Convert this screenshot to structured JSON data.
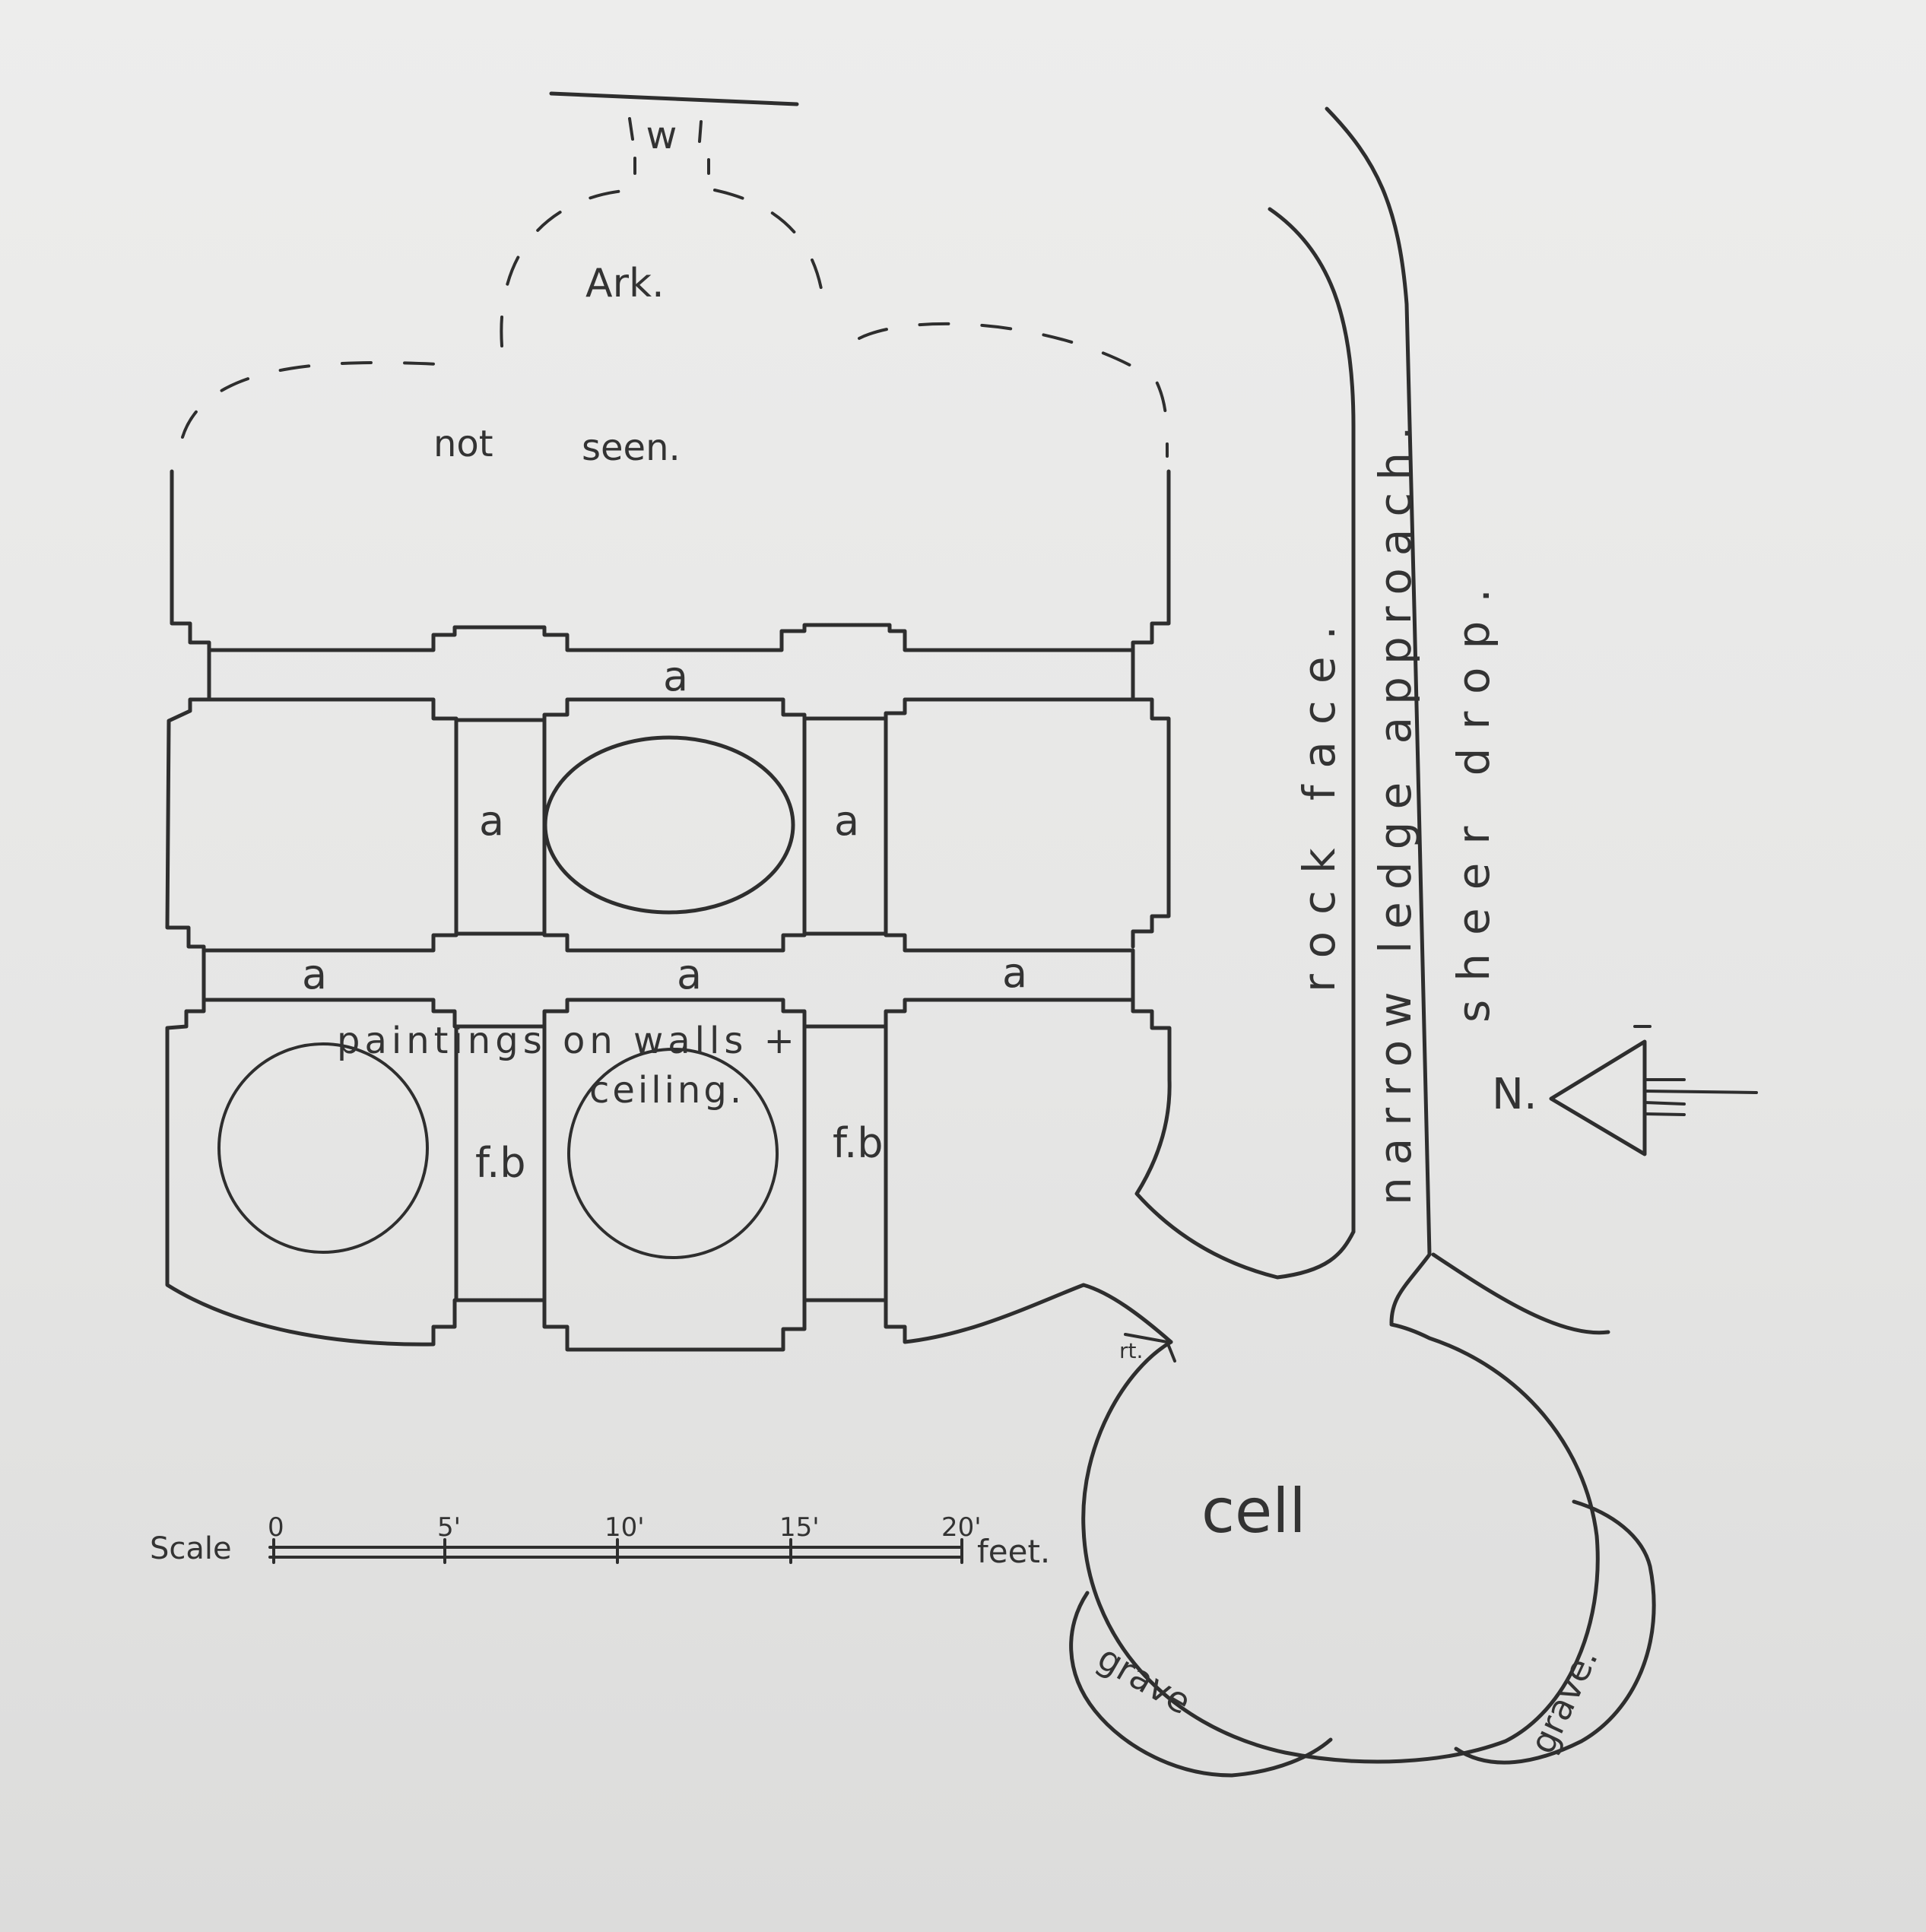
{
  "labels": {
    "wl": "w",
    "ark": "Ark.",
    "not_seen_1": "not",
    "not_seen_2": "seen.",
    "aisle": "a",
    "paintings_1": "paintings on walls +",
    "paintings_2": "ceiling.",
    "fb": "f.b",
    "rt": "rt.",
    "cell": "cell",
    "grave": "grave",
    "grave2": "grave.",
    "rock_face": "rock face.",
    "ledge": "narrow ledge approach.",
    "drop": "sheer drop.",
    "north": "N."
  },
  "scale": {
    "label": "Scale",
    "ticks": [
      "0",
      "5'",
      "10'",
      "15'",
      "20'"
    ],
    "unit": "feet."
  }
}
